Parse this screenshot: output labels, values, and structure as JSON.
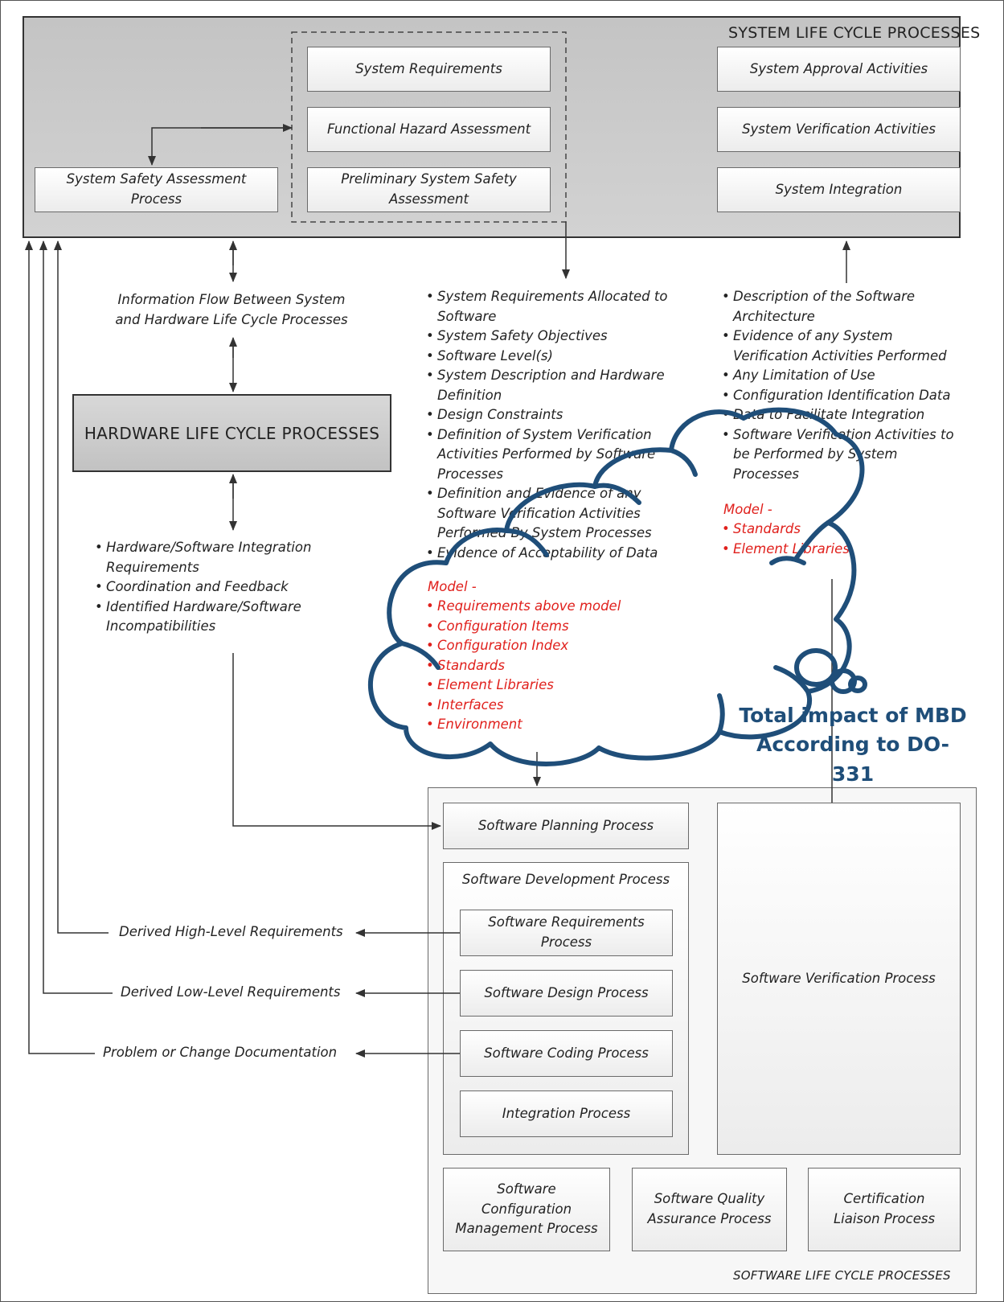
{
  "system_lifecycle": {
    "title": "SYSTEM LIFE CYCLE PROCESSES",
    "boxes": {
      "system_requirements": "System Requirements",
      "functional_hazard": "Functional Hazard Assessment",
      "preliminary_safety": "Preliminary System Safety Assessment",
      "safety_assessment": "System Safety Assessment Process",
      "approval": "System Approval Activities",
      "verification": "System  Verification Activities",
      "integration": "System Integration"
    }
  },
  "info_flow_label": "Information Flow Between System and Hardware Life Cycle Processes",
  "hardware_lifecycle": {
    "title": "HARDWARE  LIFE CYCLE PROCESSES",
    "items": [
      "Hardware/Software Integration Requirements",
      "Coordination and Feedback",
      "Identified Hardware/Software Incompatibilities"
    ]
  },
  "system_to_software": {
    "items": [
      "System Requirements Allocated to Software",
      "System Safety Objectives",
      "Software Level(s)",
      "System Description and Hardware Definition",
      "Design Constraints",
      "Definition of System Verification Activities Performed by Software Processes",
      "Definition and Evidence of any Software Verification Activities Performed By System Processes",
      "Evidence of Acceptability of Data"
    ],
    "model_heading": "Model -",
    "model_items": [
      "Requirements above model",
      "Configuration Items",
      "Configuration Index",
      "Standards",
      "Element Libraries",
      "Interfaces",
      "Environment"
    ]
  },
  "software_to_system": {
    "items": [
      "Description of the Software Architecture",
      "Evidence of any System Verification Activities Performed",
      "Any Limitation of Use",
      "Configuration Identification Data",
      "Data to Facilitate Integration",
      "Software Verification Activities to be Performed by System Processes"
    ],
    "model_heading": "Model -",
    "model_items": [
      "Standards",
      "Element Libraries"
    ]
  },
  "callout": {
    "line1": "Total impact of MBD",
    "line2": "According to DO-331"
  },
  "software_lifecycle": {
    "title": "SOFTWARE LIFE CYCLE PROCESSES",
    "planning": "Software Planning Process",
    "development_title": "Software Development Process",
    "requirements": "Software Requirements Process",
    "design": "Software Design Process",
    "coding": "Software Coding Process",
    "integration": "Integration Process",
    "verification": "Software Verification Process",
    "config_mgmt": "Software Configuration Management Process",
    "quality": "Software Quality Assurance Process",
    "certification": "Certification Liaison Process"
  },
  "feedback": {
    "derived_high": "Derived High-Level Requirements",
    "derived_low": "Derived Low-Level Requirements",
    "problem": "Problem or Change Documentation"
  },
  "colors": {
    "cloud": "#1f4e79",
    "model_red": "#e0201c",
    "system_bg": "#c8c8c8"
  }
}
